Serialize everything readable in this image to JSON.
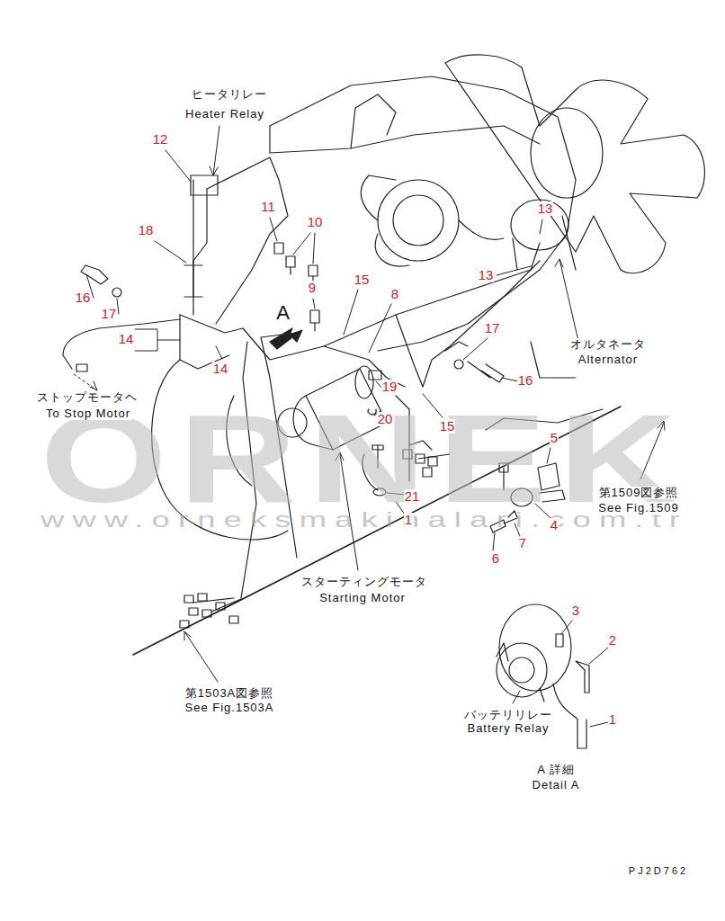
{
  "diagram": {
    "labels": [
      "ヒータリレー",
      "Heater Relay",
      "12",
      "18",
      "11",
      "10",
      "9",
      "16",
      "17",
      "15",
      "8",
      "A",
      "14",
      "14",
      "13",
      "13",
      "17",
      "オルタネータ",
      "Alternator",
      "16",
      "19",
      "20",
      "15",
      "ストップモータヘ",
      "To Stop Motor",
      "5",
      "第1509図参照",
      "See Fig.1509",
      "21",
      "1",
      "4",
      "7",
      "6",
      "スターティングモータ",
      "Starting Motor",
      "3",
      "2",
      "第1503A図参照",
      "See Fig.1503A",
      "バッテリリレー",
      "1",
      "Battery Relay",
      "A 詳細",
      "Detail A",
      "PJ2D762",
      "ORNEK",
      "www.orneksmakinalari.com.tr"
    ]
  }
}
